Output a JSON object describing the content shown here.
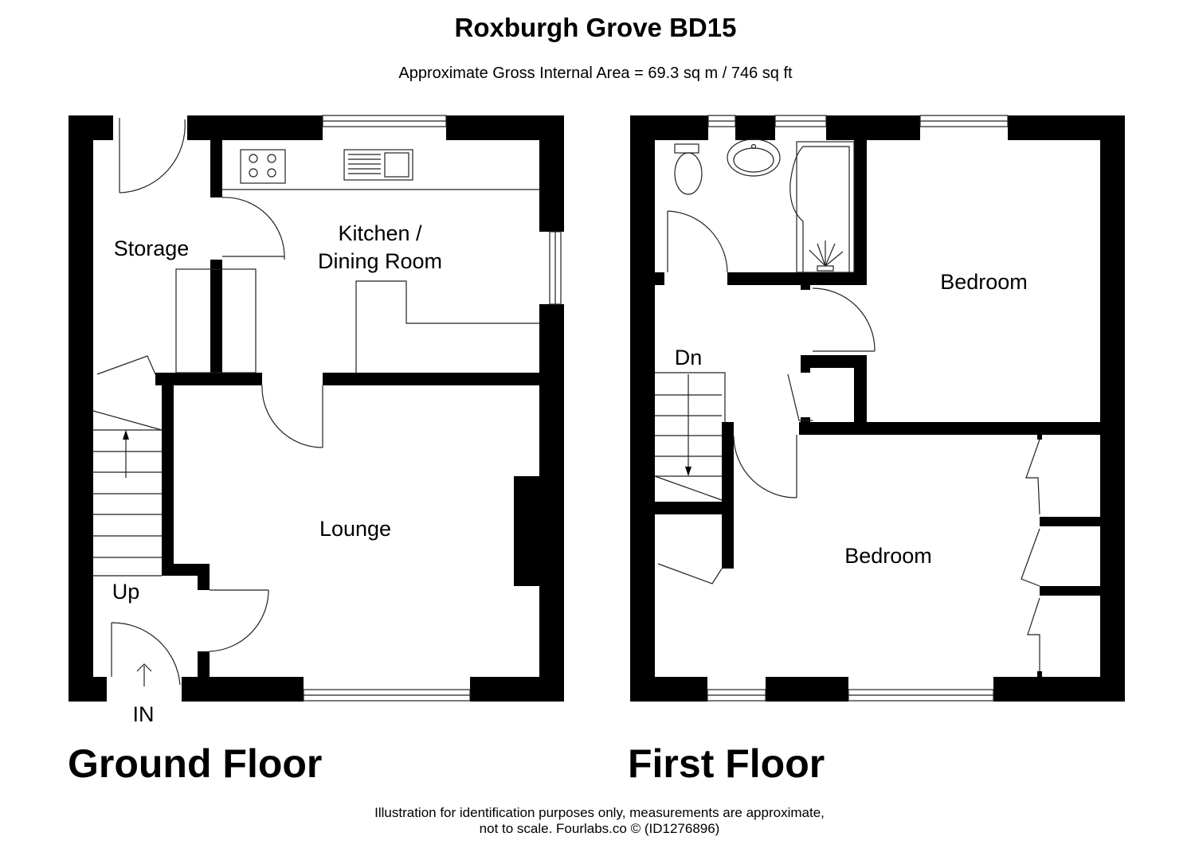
{
  "header": {
    "title": "Roxburgh Grove BD15",
    "subtitle": "Approximate Gross Internal Area = 69.3 sq m / 746 sq ft"
  },
  "ground_floor": {
    "heading": "Ground Floor",
    "rooms": {
      "storage": "Storage",
      "kitchen_line1": "Kitchen /",
      "kitchen_line2": "Dining Room",
      "lounge": "Lounge"
    },
    "stairs_label": "Up",
    "entrance_label": "IN"
  },
  "first_floor": {
    "heading": "First Floor",
    "rooms": {
      "bedroom_rear": "Bedroom",
      "bedroom_front": "Bedroom"
    },
    "stairs_label": "Dn"
  },
  "footer": {
    "line1": "Illustration for identification purposes only, measurements are approximate,",
    "line2": "not to scale. Fourlabs.co © (ID1276896)"
  }
}
